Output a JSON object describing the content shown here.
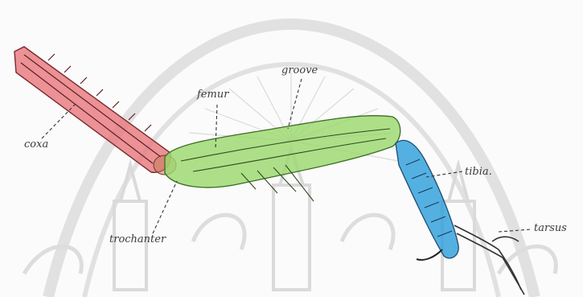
{
  "labels": {
    "coxa": "coxa",
    "femur": "femur",
    "groove": "groove",
    "tibia": "tibia.",
    "trochanter": "trochanter",
    "tarsus": "tarsus"
  },
  "colors": {
    "coxa_highlight": "#e8737a",
    "femur_highlight": "#9bd86e",
    "tibia_highlight": "#2f9fdc",
    "watermark": "#d6d6d6",
    "ink": "#333333"
  },
  "watermark": {
    "name": "university-seal-watermark"
  }
}
